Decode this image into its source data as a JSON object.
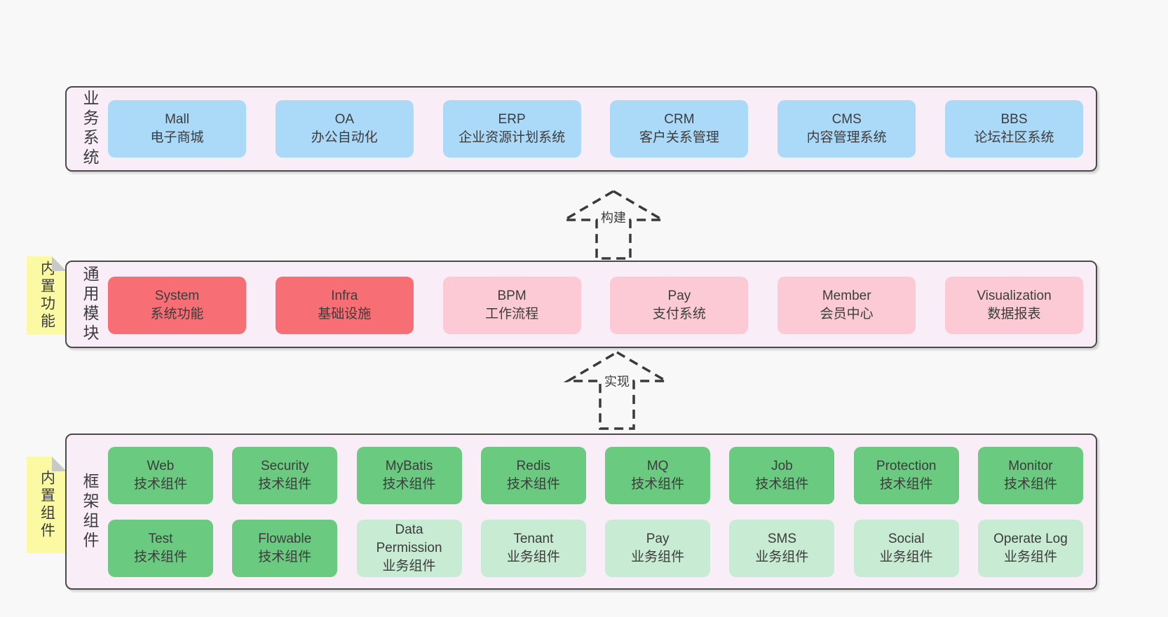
{
  "diagram": {
    "title_hint": "architecture layers diagram",
    "layers": [
      {
        "side_label": "业务系统",
        "boxes": [
          {
            "title": "Mall",
            "subtitle": "电子商城",
            "variant": "blue"
          },
          {
            "title": "OA",
            "subtitle": "办公自动化",
            "variant": "blue"
          },
          {
            "title": "ERP",
            "subtitle": "企业资源计划系统",
            "variant": "blue"
          },
          {
            "title": "CRM",
            "subtitle": "客户关系管理",
            "variant": "blue"
          },
          {
            "title": "CMS",
            "subtitle": "内容管理系统",
            "variant": "blue"
          },
          {
            "title": "BBS",
            "subtitle": "论坛社区系统",
            "variant": "blue"
          }
        ]
      },
      {
        "side_label": "通用模块",
        "note": "内置功能",
        "boxes": [
          {
            "title": "System",
            "subtitle": "系统功能",
            "variant": "red"
          },
          {
            "title": "Infra",
            "subtitle": "基础设施",
            "variant": "red"
          },
          {
            "title": "BPM",
            "subtitle": "工作流程",
            "variant": "pink"
          },
          {
            "title": "Pay",
            "subtitle": "支付系统",
            "variant": "pink"
          },
          {
            "title": "Member",
            "subtitle": "会员中心",
            "variant": "pink"
          },
          {
            "title": "Visualization",
            "subtitle": "数据报表",
            "variant": "pink"
          }
        ]
      },
      {
        "side_label": "框架组件",
        "note": "内置组件",
        "boxes": [
          {
            "title": "Web",
            "subtitle": "技术组件",
            "variant": "green"
          },
          {
            "title": "Security",
            "subtitle": "技术组件",
            "variant": "green"
          },
          {
            "title": "MyBatis",
            "subtitle": "技术组件",
            "variant": "green"
          },
          {
            "title": "Redis",
            "subtitle": "技术组件",
            "variant": "green"
          },
          {
            "title": "MQ",
            "subtitle": "技术组件",
            "variant": "green"
          },
          {
            "title": "Job",
            "subtitle": "技术组件",
            "variant": "green"
          },
          {
            "title": "Protection",
            "subtitle": "技术组件",
            "variant": "green"
          },
          {
            "title": "Monitor",
            "subtitle": "技术组件",
            "variant": "green"
          },
          {
            "title": "Test",
            "subtitle": "技术组件",
            "variant": "green"
          },
          {
            "title": "Flowable",
            "subtitle": "技术组件",
            "variant": "green"
          },
          {
            "title": "Data Permission",
            "subtitle": "业务组件",
            "variant": "light-green"
          },
          {
            "title": "Tenant",
            "subtitle": "业务组件",
            "variant": "light-green"
          },
          {
            "title": "Pay",
            "subtitle": "业务组件",
            "variant": "light-green"
          },
          {
            "title": "SMS",
            "subtitle": "业务组件",
            "variant": "light-green"
          },
          {
            "title": "Social",
            "subtitle": "业务组件",
            "variant": "light-green"
          },
          {
            "title": "Operate Log",
            "subtitle": "业务组件",
            "variant": "light-green"
          }
        ]
      }
    ],
    "arrows": [
      {
        "label": "构建"
      },
      {
        "label": "实现"
      }
    ],
    "colors": {
      "page_bg": "#f8f8f8",
      "container_bg": "#f9edf7",
      "container_border": "#4a4a4a",
      "blue": "#abd9f8",
      "red": "#f76e74",
      "pink": "#fccad4",
      "green": "#69ca80",
      "light_green": "#c7ebd3",
      "note_yellow": "#fbfaa2",
      "fold_gray": "#c9c9c9",
      "text": "#3c3c3c"
    }
  }
}
